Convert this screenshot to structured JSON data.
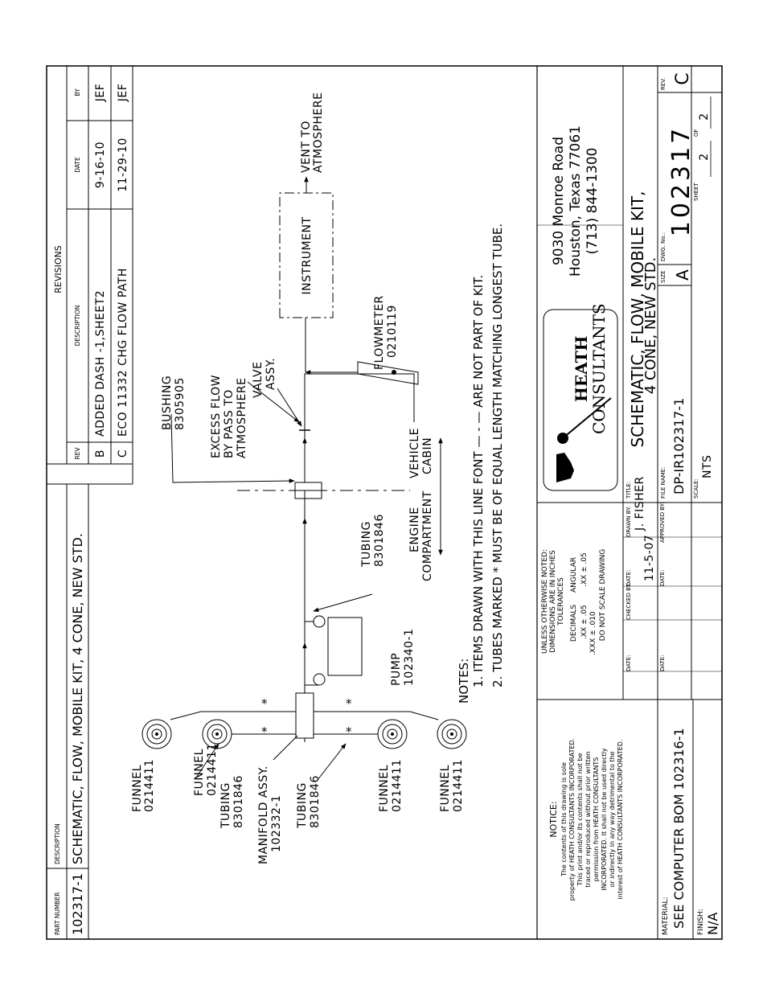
{
  "part_table": {
    "headers": {
      "part_number": "PART NUMBER",
      "description": "DESCRIPTION"
    },
    "part_number": "102317-1",
    "description": "SCHEMATIC, FLOW, MOBILE KIT, 4 CONE, NEW STD."
  },
  "revisions": {
    "title": "REVISIONS",
    "headers": {
      "rev": "REV",
      "description": "DESCRIPTION",
      "date": "DATE",
      "by": "BY"
    },
    "rows": [
      {
        "rev": "B",
        "description": "ADDED DASH -1,SHEET2",
        "date": "9-16-10",
        "by": "JEF"
      },
      {
        "rev": "C",
        "description": "ECO 11332 CHG FLOW PATH",
        "date": "11-29-10",
        "by": "JEF"
      }
    ]
  },
  "schematic": {
    "funnel_1": [
      "FUNNEL",
      "0214411"
    ],
    "funnel_2": [
      "FUNNEL",
      "0214411"
    ],
    "funnel_3": [
      "FUNNEL",
      "0214411"
    ],
    "funnel_4": [
      "FUNNEL",
      "0214411"
    ],
    "tubing_1": [
      "TUBING",
      "8301846"
    ],
    "tubing_2": [
      "TUBING",
      "8301846"
    ],
    "tubing_3": [
      "TUBING",
      "8301846"
    ],
    "manifold": [
      "MANIFOLD ASSY.",
      "102332-1"
    ],
    "pump": [
      "PUMP",
      "102340-1"
    ],
    "engine": [
      "ENGINE",
      "COMPARTMENT"
    ],
    "cabin": [
      "VEHICLE",
      "CABIN"
    ],
    "bushing": [
      "BUSHING",
      "8305905"
    ],
    "excess_flow": [
      "EXCESS FLOW",
      "BY PASS TO",
      "ATMOSPHERE"
    ],
    "valve": [
      "VALVE",
      "ASSY."
    ],
    "flowmeter": [
      "FLOWMETER",
      "0210119"
    ],
    "instrument": "INSTRUMENT",
    "vent": [
      "VENT TO",
      "ATMOSPHERE"
    ],
    "star": "*"
  },
  "notes": {
    "title": "NOTES:",
    "line1": "1. ITEMS DRAWN WITH THIS LINE FONT — - — ARE NOT PART OF KIT.",
    "line2": "2. TUBES MARKED * MUST BE OF EQUAL LENGTH MATCHING LONGEST TUBE."
  },
  "notice": {
    "title": "NOTICE:",
    "lines": [
      "The contents of this drawing is sole",
      "property of HEATH CONSULTANTS INCORPORATED.",
      "This print and/or its contents shall not be",
      "traced or reproduced without prior written",
      "permission from HEATH CONSULTANTS",
      "INCORPORATED. It shall not be used directly",
      "or indirectly in any way detrimental to the",
      "interest of HEATH CONSULTANTS INCORPORATED."
    ]
  },
  "material": {
    "label": "MATERIAL:",
    "value": "SEE COMPUTER BOM 102316-1"
  },
  "finish": {
    "label": "FINISH:",
    "value": "N/A"
  },
  "tolerances": {
    "lines": [
      "UNLESS OTHERWISE NOTED:",
      "DIMENSIONS ARE IN INCHES",
      "TOLERANCES"
    ],
    "decimals": "DECIMALS",
    "angular": "ANGULAR",
    "xx": ".XX   ± .05",
    "xxx": ".XXX  ± .010",
    "ang": ".XX   ± .05",
    "no_scale": "DO NOT SCALE DRAWING"
  },
  "signoff": {
    "drawn_by_label": "DRAWN BY:",
    "drawn_by": "J. FISHER",
    "date_label": "DATE:",
    "drawn_date": "11-5-07",
    "checked_by_label": "CHECKED BY:",
    "approved_by_label": "APPROVED BY:"
  },
  "company": {
    "name_1": "HEATH",
    "name_2": "CONSULTANTS",
    "address_1": "9030 Monroe Road",
    "address_2": "Houston, Texas 77061",
    "phone": "(713) 844-1300"
  },
  "title_block": {
    "title_label": "TITLE:",
    "title_1": "SCHEMATIC, FLOW, MOBILE KIT,",
    "title_2": "4 CONE, NEW STD.",
    "file_label": "FILE NAME:",
    "file_name": "DP-IR102317-1",
    "scale_label": "SCALE:",
    "scale": "NTS",
    "size_label": "SIZE",
    "size": "A",
    "dwg_label": "DWG. No.:",
    "dwg_no": "102317",
    "rev_label": "REV.",
    "rev": "C",
    "sheet_label": "SHEET",
    "sheet": "2",
    "of_label": "OF",
    "of": "2"
  }
}
